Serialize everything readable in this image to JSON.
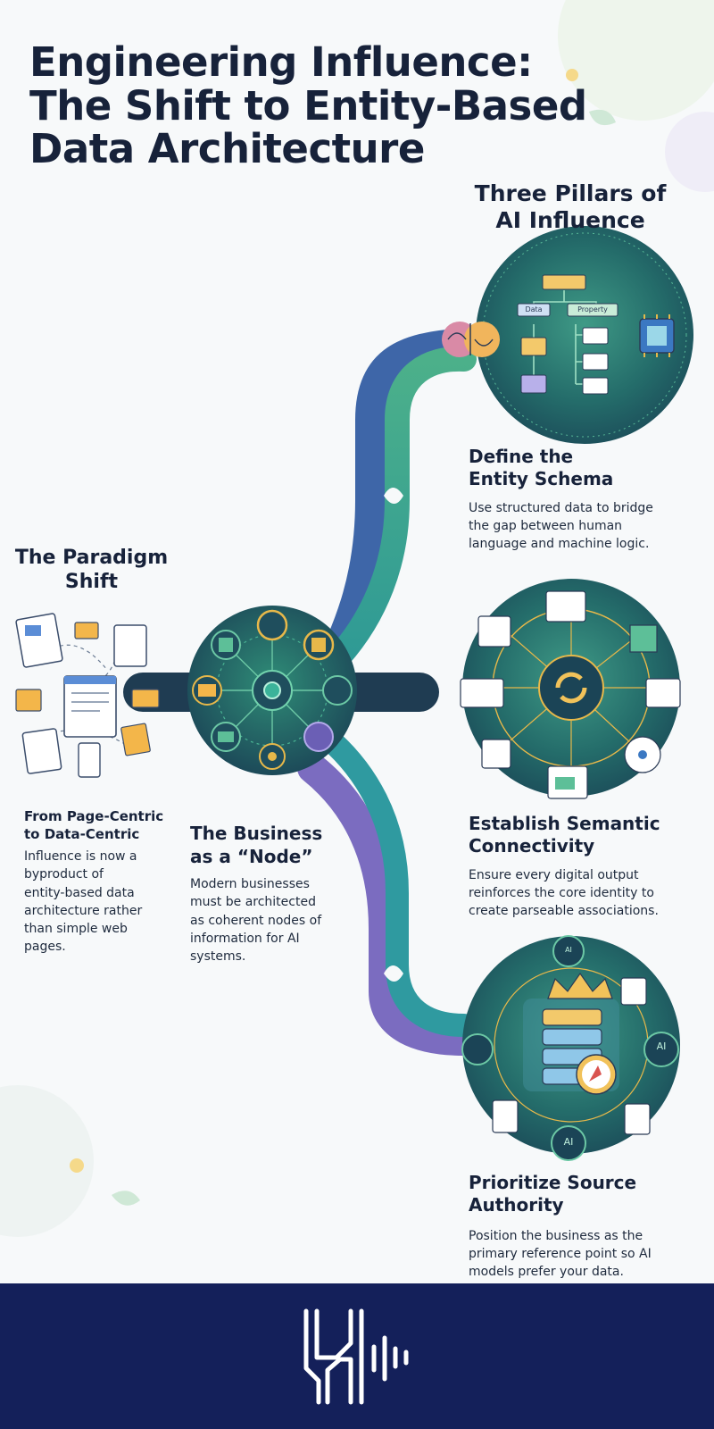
{
  "title": {
    "line1": "Engineering Influence:",
    "line2": "The Shift to Entity-Based",
    "line3": "Data Architecture"
  },
  "pillars_heading": {
    "line1": "Three Pillars of",
    "line2": "AI Influence"
  },
  "paradigm": {
    "heading_line1": "The Paradigm",
    "heading_line2": "Shift",
    "subtitle_line1": "From Page-Centric",
    "subtitle_line2": "to Data-Centric",
    "body_lines": [
      "Influence is now a",
      "byproduct of",
      "entity-based data",
      "architecture rather",
      "than simple web",
      "pages."
    ]
  },
  "business_node": {
    "heading_line1": "The Business",
    "heading_line2": "as a “Node”",
    "body_lines": [
      "Modern businesses",
      "must be architected",
      "as coherent nodes of",
      "information for AI",
      "systems."
    ]
  },
  "pillars": [
    {
      "heading_line1": "Define the",
      "heading_line2": "Entity Schema",
      "body_lines": [
        "Use structured data to bridge",
        "the gap between human",
        "language and machine logic."
      ],
      "tags": [
        "Data",
        "Property"
      ]
    },
    {
      "heading_line1": "Establish Semantic",
      "heading_line2": "Connectivity",
      "body_lines": [
        "Ensure every digital output",
        "reinforces the core identity to",
        "create parseable associations."
      ]
    },
    {
      "heading_line1": "Prioritize Source",
      "heading_line2": "Authority",
      "body_lines": [
        "Position the business as the",
        "primary reference point so AI",
        "models prefer your data."
      ],
      "badges": [
        "AI",
        "AI",
        "AI"
      ]
    }
  ],
  "colors": {
    "navy": "#14205a",
    "teal": "#2d8a77",
    "blue_path": "#3e66a8",
    "green_path": "#4db08a",
    "purple_path": "#7b6cc0",
    "dark_path": "#1e3b52",
    "gold": "#e7b84a"
  },
  "footer": {
    "logo": "brand-logo"
  }
}
